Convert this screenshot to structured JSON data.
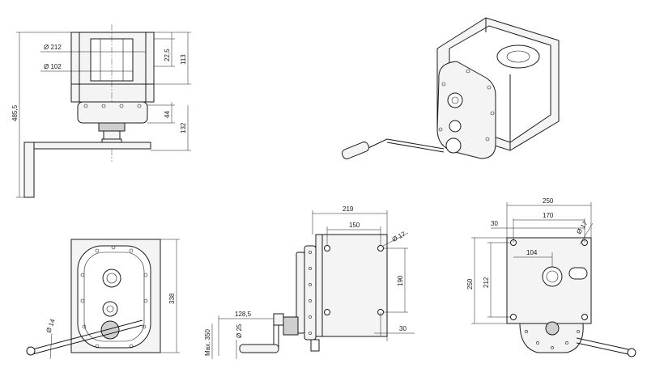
{
  "dims": {
    "top_d212": "Ø 212",
    "top_d102": "Ø 102",
    "top_22_5": "22,5",
    "top_113": "113",
    "top_44": "44",
    "top_132": "132",
    "top_485_5": "485,5",
    "front_338": "338",
    "front_d14": "Ø 14",
    "side_219": "219",
    "side_150": "150",
    "side_d17": "Ø 17",
    "side_190": "190",
    "side_30": "30",
    "side_128_5": "128,5",
    "side_d25": "Ø 25",
    "side_max350": "Max. 350",
    "rear_250w": "250",
    "rear_30": "30",
    "rear_170": "170",
    "rear_d17": "Ø 17",
    "rear_104": "104",
    "rear_250h": "250",
    "rear_212": "212"
  }
}
